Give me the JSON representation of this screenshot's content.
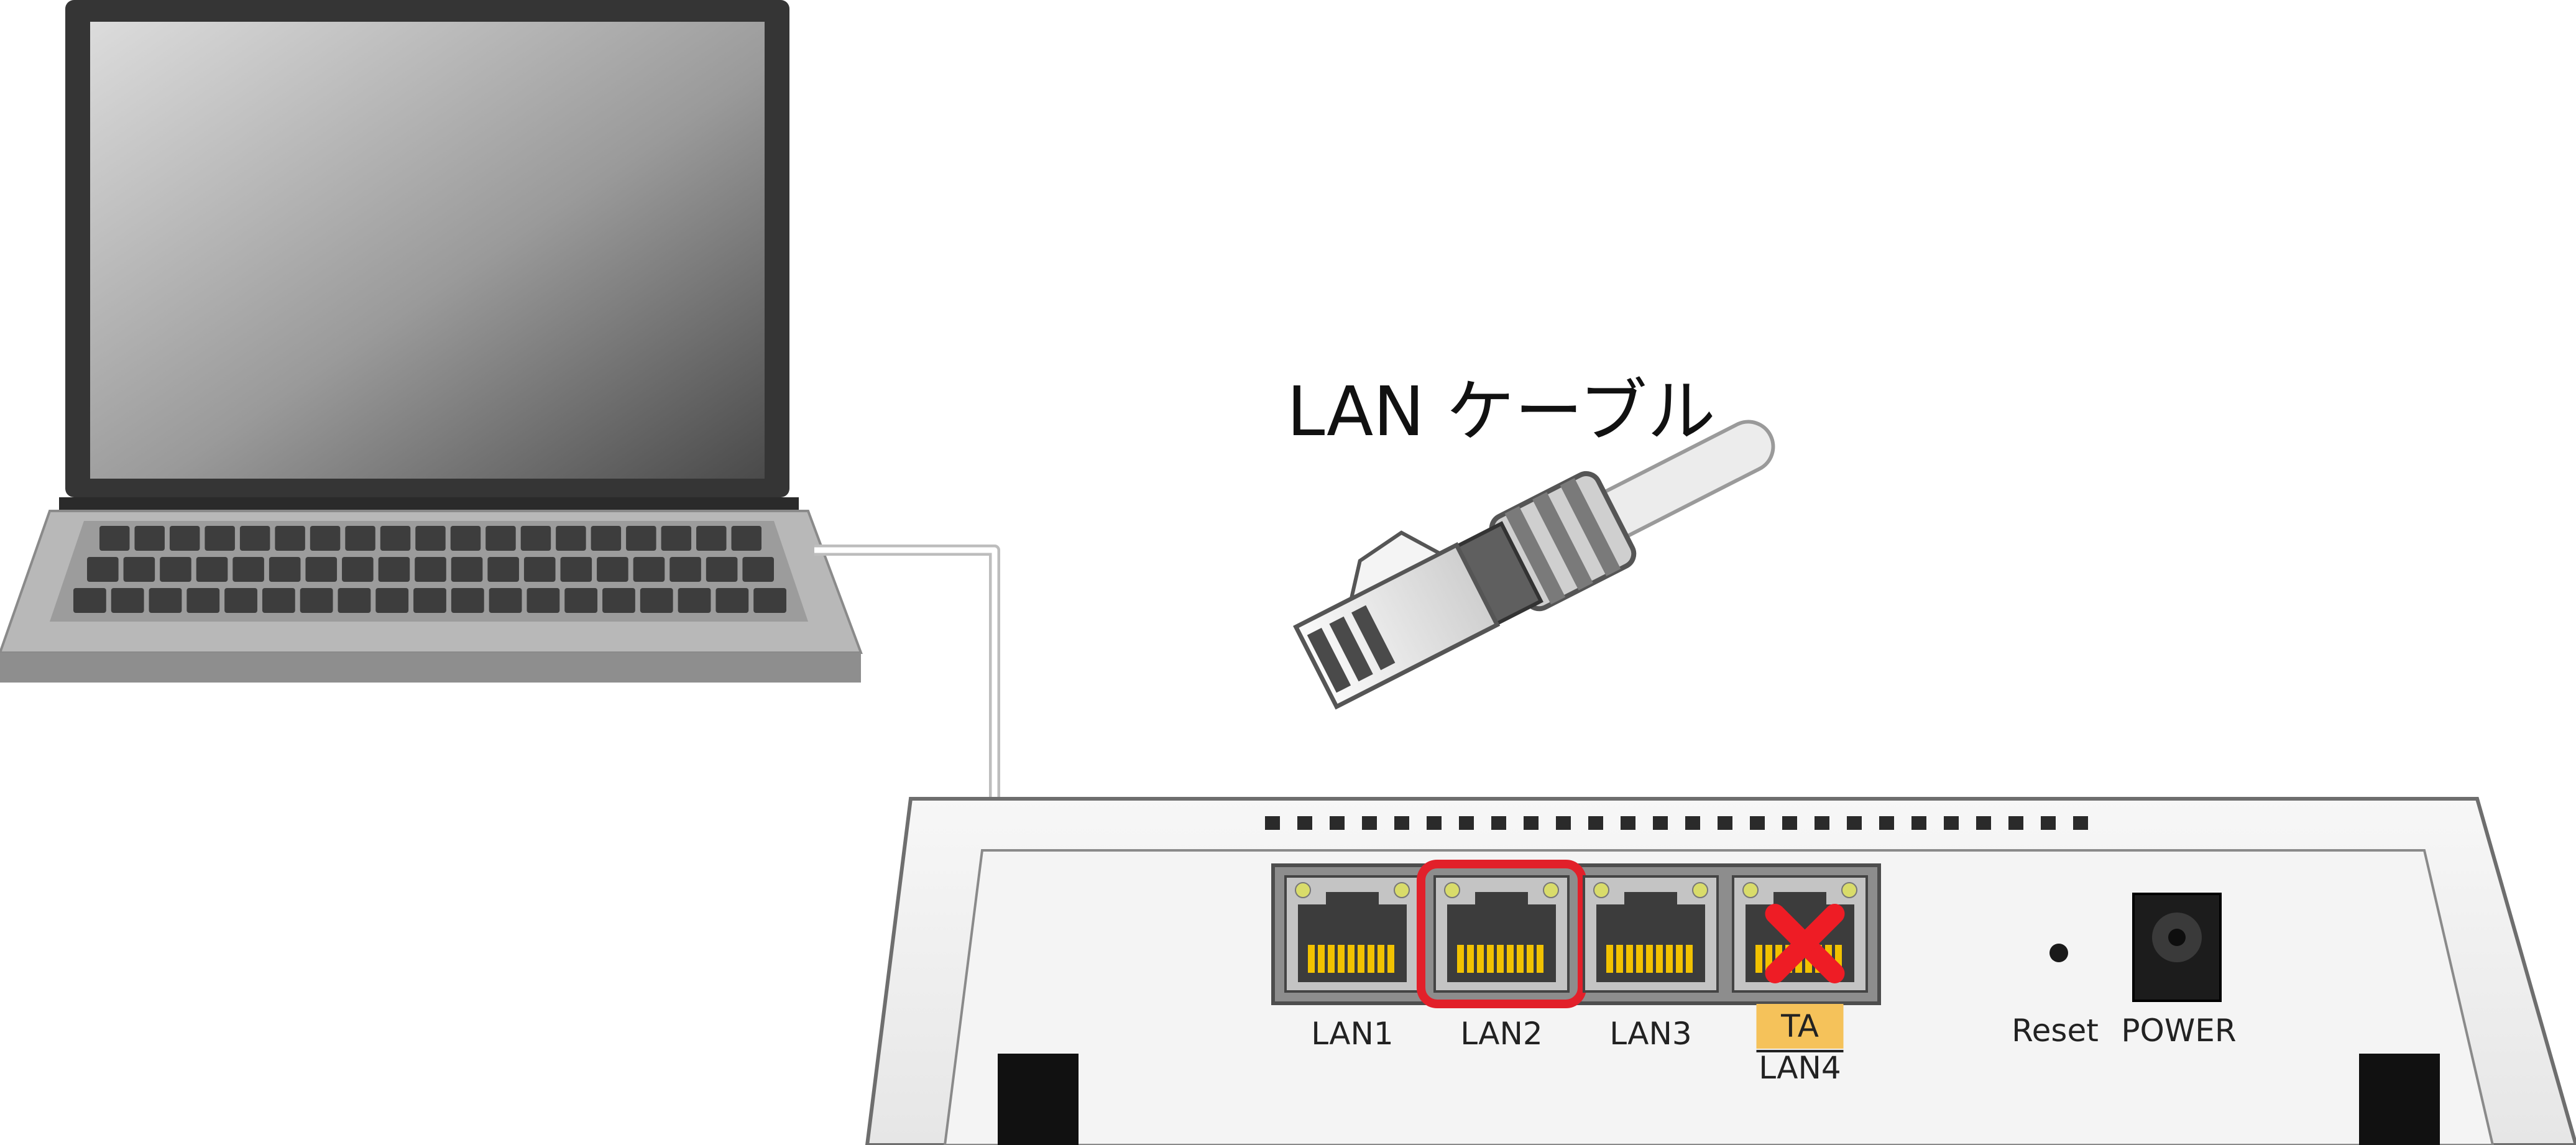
{
  "cable_caption": "LAN ケーブル",
  "router": {
    "ports": [
      {
        "label": "LAN1",
        "state": "connected"
      },
      {
        "label": "LAN2",
        "state": "highlighted"
      },
      {
        "label": "LAN3",
        "state": "normal"
      },
      {
        "label": "LAN4",
        "state": "not-allowed",
        "badge": "TA"
      }
    ],
    "reset_label": "Reset",
    "power_label": "POWER"
  },
  "colors": {
    "highlight": "#e2202a",
    "not_allowed_mark": "#ee1c25",
    "port_pins": "#f2c200",
    "ta_badge": "#f5c25a",
    "router_body": "#f2f2f2",
    "laptop_frame": "#3a3a3a"
  },
  "icons": [
    "laptop-icon",
    "lan-cable-connector-icon",
    "router-icon",
    "not-allowed-x-icon",
    "power-jack-icon",
    "reset-button-icon"
  ]
}
